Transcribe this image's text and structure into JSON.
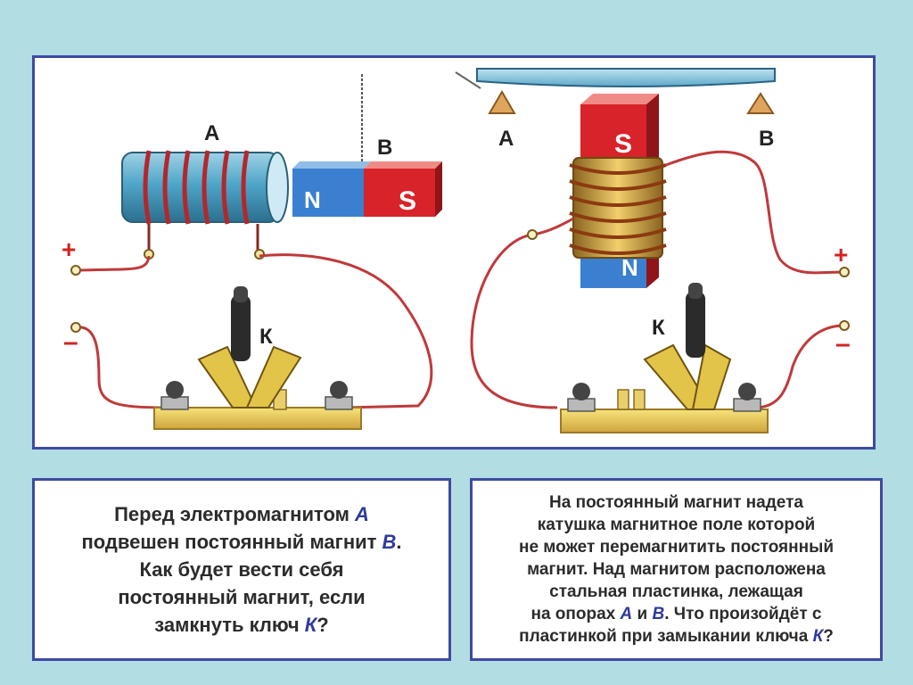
{
  "left_diagram": {
    "label_electromagnet": "А",
    "label_magnet": "В",
    "label_key": "К",
    "pole_north": "N",
    "pole_south": "S",
    "sign_plus": "+",
    "sign_minus": "–"
  },
  "right_diagram": {
    "label_support_left": "А",
    "label_support_right": "В",
    "label_key": "К",
    "pole_south": "S",
    "pole_north": "N",
    "sign_plus": "+",
    "sign_minus": "–"
  },
  "left_text": {
    "l1": "Перед электромагнитом ",
    "l1_em": "А",
    "l2": "подвешен постоянный магнит ",
    "l2_em": "В",
    "l2_end": ".",
    "l3": "Как будет вести себя",
    "l4": "постоянный магнит, если",
    "l5": "замкнуть ключ ",
    "l5_em": "К",
    "l5_end": "?"
  },
  "right_text": {
    "l1": "На постоянный магнит надета",
    "l2": "катушка магнитное поле которой",
    "l3": "не может перемагнитить постоянный",
    "l4": "магнит. Над магнитом расположена",
    "l5": "стальная  пластинка, лежащая",
    "l6": "на опорах ",
    "l6_em1": "А",
    "l6_mid": " и ",
    "l6_em2": "В",
    "l6_end": ". Что произойдёт с",
    "l7": "пластинкой при замыкании ключа ",
    "l7_em": "К",
    "l7_end": "?"
  },
  "colors": {
    "frame": "#3e4aa2",
    "background": "#b2dde3",
    "wire": "#c0393b",
    "pole_north": "#3b7fd0",
    "pole_south": "#d8232a",
    "emphasis": "#2f3a9a"
  }
}
